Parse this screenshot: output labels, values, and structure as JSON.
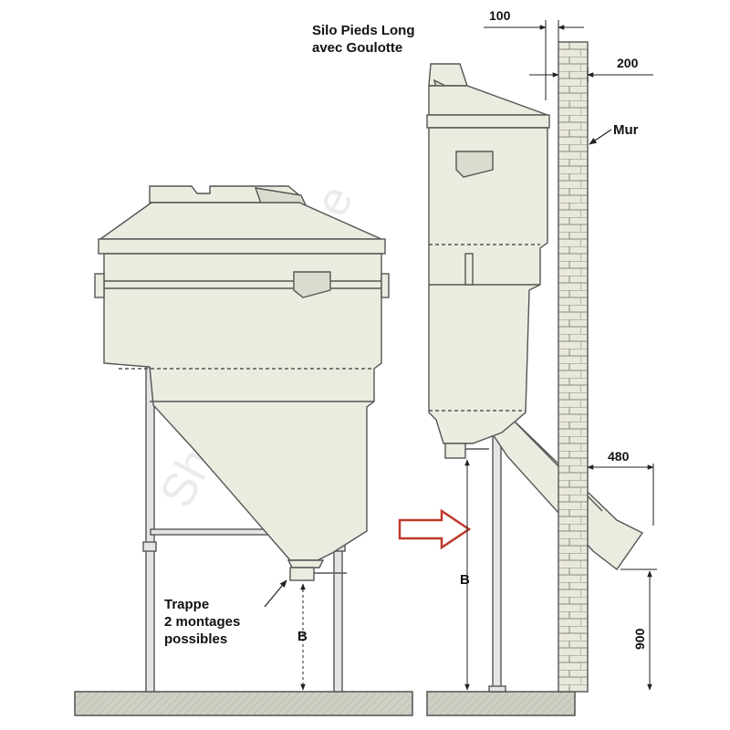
{
  "titles": {
    "line1": "Silo Pieds Long",
    "line2": "avec Goulotte"
  },
  "labels": {
    "wall": "Mur",
    "trap_line1": "Trappe",
    "trap_line2": "2 montages",
    "trap_line3": "possibles",
    "b_left": "B",
    "b_right": "B"
  },
  "dimensions": {
    "top_offset": "100",
    "wall_thickness": "200",
    "chute_offset": "480",
    "chute_height": "900"
  },
  "watermark": "Shopagrielevage",
  "colors": {
    "silo_fill": "#ecebe0",
    "silo_stroke": "#555555",
    "leg_fill": "#e4e4e4",
    "ground_fill": "#cfcfc4",
    "brick_fill": "#e9e8dc",
    "arrow_stroke": "#c0392b"
  }
}
